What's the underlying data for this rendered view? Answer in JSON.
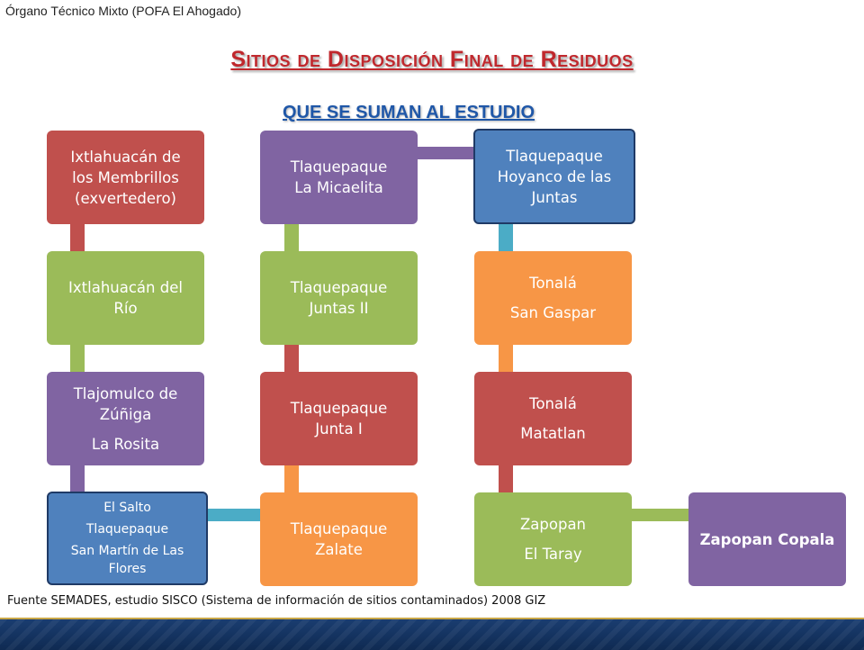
{
  "header_note": "Órgano Técnico Mixto (POFA El Ahogado)",
  "title": "Sitios de Disposición Final de Residuos",
  "subtitle": "QUE SE SUMAN AL ESTUDIO",
  "colors": {
    "red": "#c0504d",
    "green": "#9bbb59",
    "purple": "#8064a2",
    "blue": "#4f81bd",
    "orange": "#f79646",
    "teal": "#4bacc6",
    "title": "#c0282d",
    "subtitle": "#1f57a8"
  },
  "boxes": [
    {
      "lines": [
        "Ixtlahuacán de",
        "los Membrillos",
        "(exvertedero)"
      ]
    },
    {
      "lines": [
        "Ixtlahuacán del",
        "Río"
      ]
    },
    {
      "lines": [
        "Tlajomulco de",
        "Zúñiga",
        "La Rosita"
      ]
    },
    {
      "lines": [
        "El Salto",
        "Tlaquepaque",
        "San Martín de Las",
        "Flores"
      ]
    },
    {
      "lines": [
        "Tlaquepaque",
        "La Micaelita"
      ]
    },
    {
      "lines": [
        "Tlaquepaque",
        "Juntas II"
      ]
    },
    {
      "lines": [
        "Tlaquepaque",
        "Junta I"
      ]
    },
    {
      "lines": [
        "Tlaquepaque",
        "Zalate"
      ]
    },
    {
      "lines": [
        "Tlaquepaque",
        "Hoyanco de las",
        "Juntas"
      ]
    },
    {
      "lines": [
        "Tonalá",
        "San Gaspar"
      ]
    },
    {
      "lines": [
        "Tonalá",
        "Matatlan"
      ]
    },
    {
      "lines": [
        "Zapopan",
        "El Taray"
      ]
    },
    {
      "lines": [
        "Zapopan Copala"
      ]
    }
  ],
  "source": "Fuente SEMADES, estudio SISCO (Sistema de información de sitios contaminados) 2008 GIZ"
}
